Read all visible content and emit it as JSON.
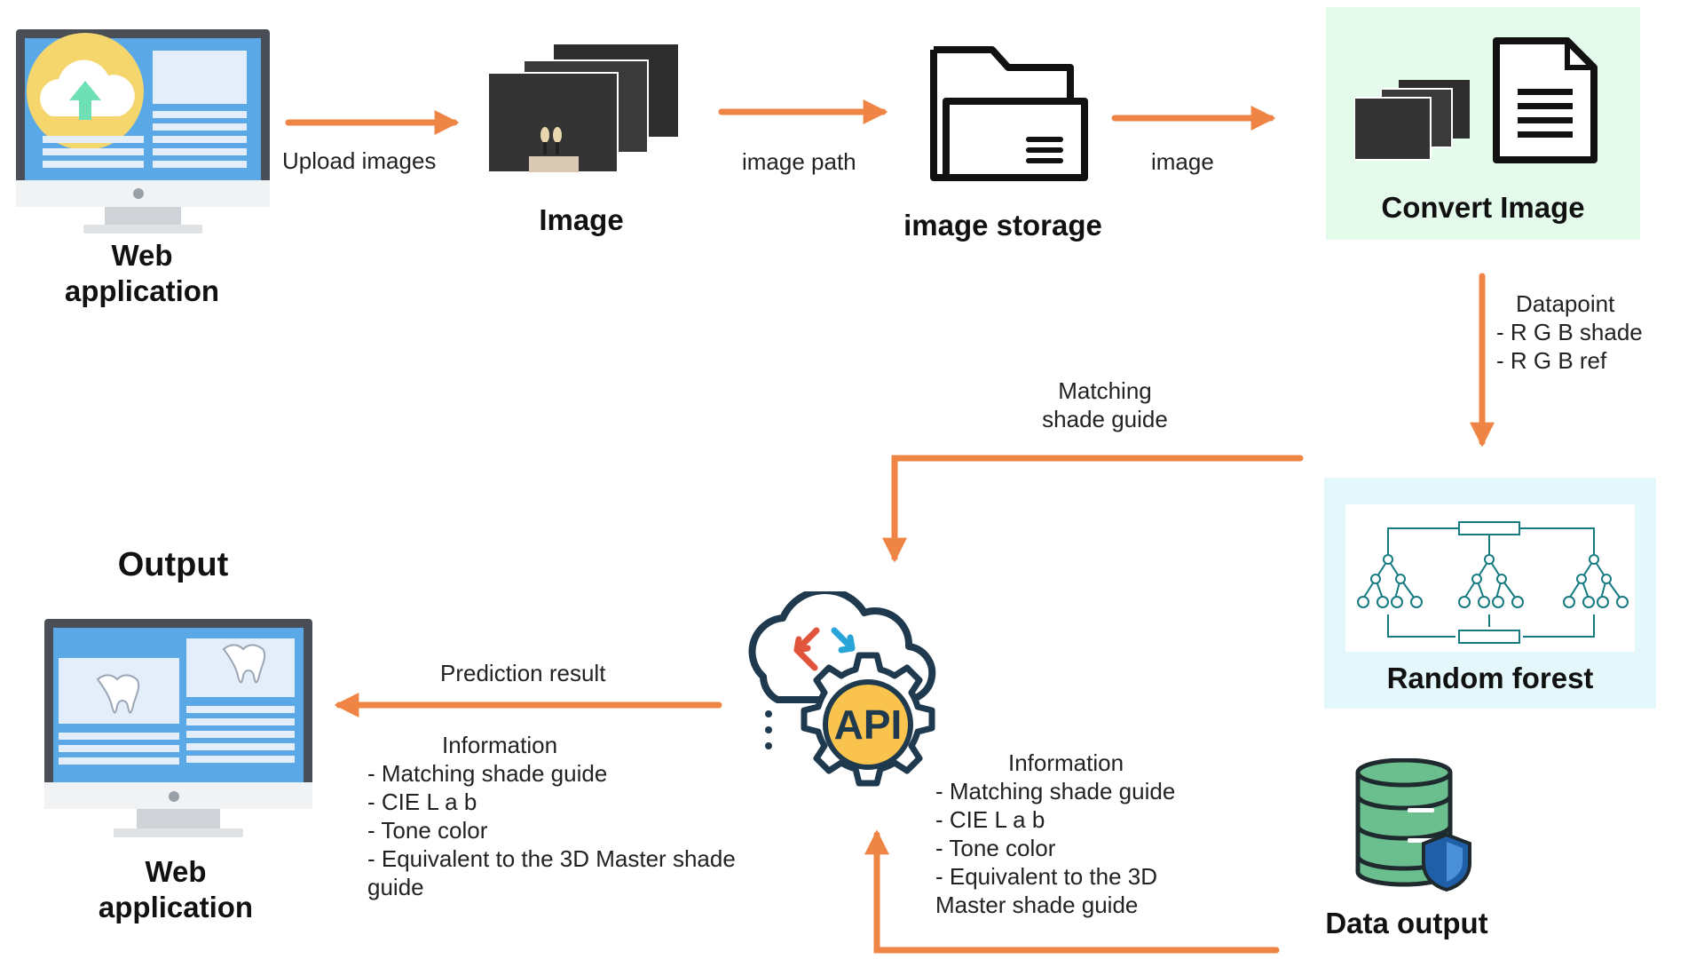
{
  "nodes": {
    "web_app_top": "Web\napplication",
    "image": "Image",
    "image_storage": "image storage",
    "convert_image": "Convert Image",
    "random_forest": "Random forest",
    "data_output": "Data output",
    "output_heading": "Output",
    "web_app_bottom": "Web\napplication"
  },
  "edges": {
    "upload_images": "Upload images",
    "image_path": "image path",
    "image": "image",
    "matching_shade_guide": "Matching\nshade guide",
    "prediction_result": "Prediction result"
  },
  "datapoint": {
    "heading": "Datapoint",
    "items": [
      "- R G B shade",
      "- R G B ref"
    ]
  },
  "info_left": {
    "heading": "Information",
    "items": [
      "- Matching shade guide",
      "- CIE L a b",
      "- Tone color",
      "- Equivalent to the 3D Master shade",
      "guide"
    ]
  },
  "info_right": {
    "heading": "Information",
    "items": [
      "- Matching shade guide",
      "- CIE L a b",
      "- Tone color",
      "- Equivalent to the 3D",
      "Master shade guide"
    ]
  },
  "api_label": "API",
  "colors": {
    "arrow": "#ee8544",
    "monitor_screen": "#5aa9e6",
    "convert_panel": "#e4fbec",
    "forest_panel": "#e4f8fc",
    "tree": "#167a82",
    "database": "#6bbf8e",
    "shield": "#1f5fa8"
  }
}
